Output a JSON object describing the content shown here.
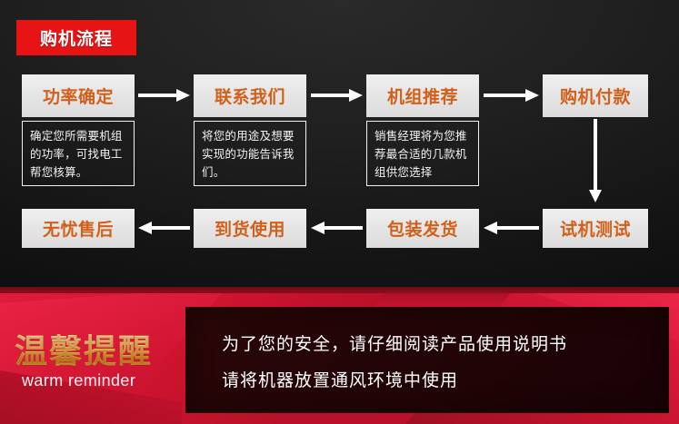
{
  "section": {
    "badge_label": "购机流程"
  },
  "flow": {
    "row1": [
      {
        "title": "功率确定",
        "desc": "确定您所需要机组的功率，可找电工帮您核算。"
      },
      {
        "title": "联系我们",
        "desc": "将您的用途及想要实现的功能告诉我们。"
      },
      {
        "title": "机组推荐",
        "desc": "销售经理将为您推荐最合适的几款机组供您选择"
      },
      {
        "title": "购机付款",
        "desc": ""
      }
    ],
    "row2": [
      {
        "title": "无忧售后"
      },
      {
        "title": "到货使用"
      },
      {
        "title": "包装发货"
      },
      {
        "title": "试机测试"
      }
    ]
  },
  "banner": {
    "title": "温馨提醒",
    "subtitle": "warm reminder",
    "notice_line1": "为了您的安全，请仔细阅读产品使用说明书",
    "notice_line2": "请将机器放置通风环境中使用"
  },
  "colors": {
    "badge_red": "#e61414",
    "step_title_orange": "#d2601a",
    "step_box_gray": "#e6e6e6",
    "banner_red": "#cf1332",
    "gold": "#e8b54e",
    "background_dark": "#1a1a1a",
    "arrow_white": "#ffffff"
  }
}
